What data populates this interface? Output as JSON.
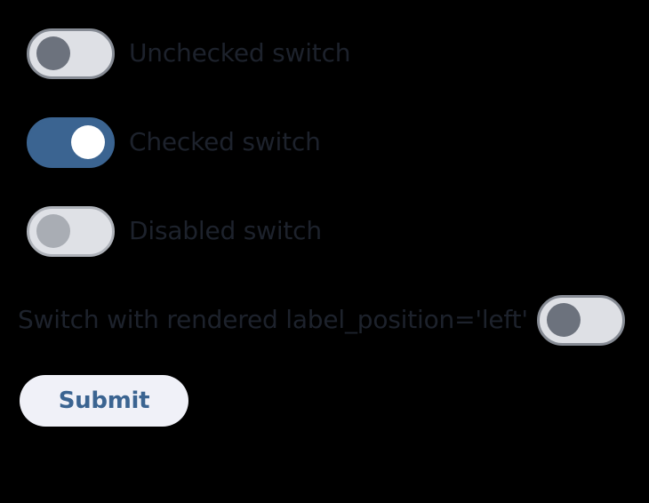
{
  "form": {
    "switches": [
      {
        "id": "unchecked-switch",
        "label": "Unchecked switch",
        "checked": false,
        "disabled": false,
        "label_position": "right",
        "state_text": "off"
      },
      {
        "id": "checked-switch",
        "label": "Checked switch",
        "checked": true,
        "disabled": false,
        "label_position": "right",
        "state_text": "on"
      },
      {
        "id": "disabled-switch",
        "label": "Disabled switch",
        "checked": false,
        "disabled": true,
        "label_position": "right",
        "state_text": "off"
      },
      {
        "id": "left-label-switch",
        "label": "Switch with rendered label_position='left'",
        "checked": false,
        "disabled": false,
        "label_position": "left",
        "state_text": "off"
      }
    ],
    "submit_label": "Submit"
  },
  "colors": {
    "accent_blue": "#3b6491",
    "track_off": "#dee0e5",
    "track_border": "#868b94",
    "thumb_off": "#6c727d",
    "thumb_disabled": "#a9adb4",
    "track_border_disabled": "#aeb2b9",
    "thumb_on": "#ffffff",
    "label_text": "#1d222c",
    "button_background": "#f0f1f8",
    "button_text": "#3b6491",
    "page_background": "#000000"
  }
}
